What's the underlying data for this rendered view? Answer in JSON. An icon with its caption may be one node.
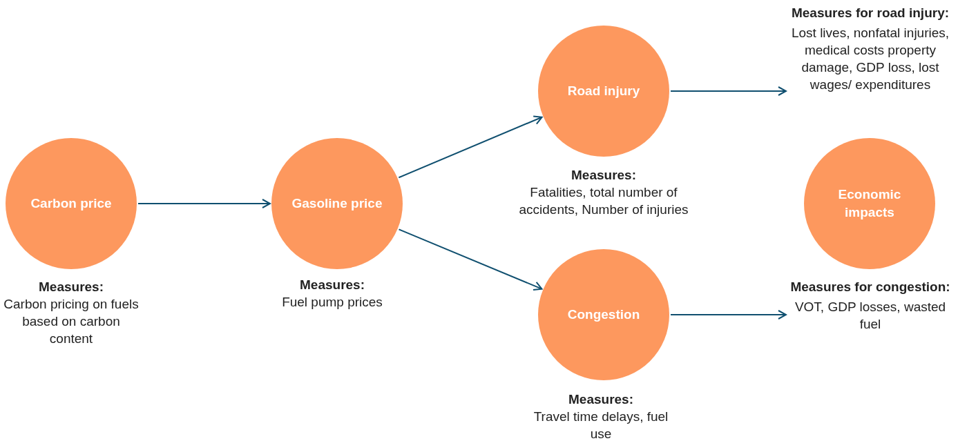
{
  "diagram": {
    "nodes": [
      {
        "text": [
          "Carbon price"
        ],
        "beside": [
          "Measures:",
          "Carbon pricing on fuels based on carbon content"
        ]
      },
      {
        "text": [
          "Gasoline price"
        ],
        "beside": [
          "Measures:",
          "Fuel pump prices"
        ]
      },
      {
        "text": [
          "Road injury"
        ],
        "beside": [
          "Measures:",
          "Fatalities, total number of accidents, Number of injuries"
        ]
      },
      {
        "text": [
          "Congestion"
        ],
        "beside": [
          "Measures:",
          "Travel time delays, fuel use"
        ]
      },
      {
        "text": [
          "Measures for road injury:",
          "Lost lives, nonfatal injuries, medical costs property damage, GDP loss, lost wages/ expenditures"
        ]
      },
      {
        "text": [
          "Economic impacts"
        ]
      },
      {
        "text": [
          "Measures for congestion:",
          "VOT, GDP losses, wasted fuel"
        ]
      }
    ],
    "edges": [
      {
        "from": 0,
        "to": 1,
        "arrow": "to"
      },
      {
        "from": 1,
        "to": 2,
        "arrow": "to"
      },
      {
        "from": 1,
        "to": 3,
        "arrow": "to"
      },
      {
        "from": 2,
        "to": 4,
        "arrow": "to"
      },
      {
        "from": 3,
        "to": 6,
        "arrow": "to"
      }
    ]
  }
}
